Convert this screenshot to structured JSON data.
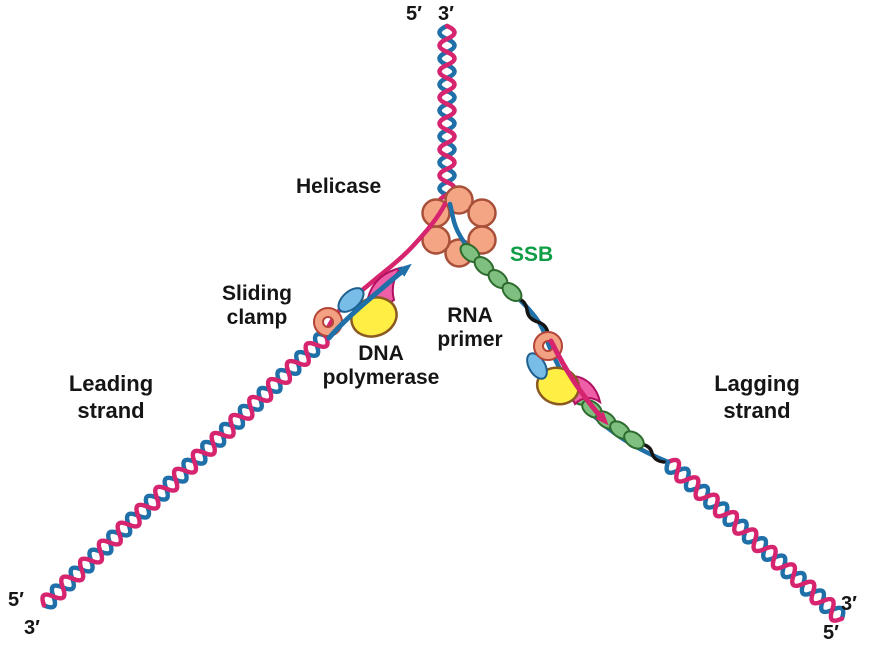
{
  "figure": {
    "labels": {
      "helicase": "Helicase",
      "ssb": "SSB",
      "sliding_clamp": [
        "Sliding",
        "clamp"
      ],
      "dna_polymerase": [
        "DNA",
        "polymerase"
      ],
      "rna_primer": [
        "RNA",
        "primer"
      ],
      "leading_strand": [
        "Leading",
        "strand"
      ],
      "lagging_strand": [
        "Lagging",
        "strand"
      ],
      "top_5": "5′",
      "top_3": "3′",
      "bottom_left_5": "5′",
      "bottom_left_3": "3′",
      "bottom_right_3": "3′",
      "bottom_right_5": "5′"
    },
    "colors": {
      "strand_pink": "#d6246e",
      "strand_blue": "#1f6fa8",
      "helicase_fill": "#f4a583",
      "helicase_stroke": "#a8503a",
      "ssb_fill": "#7fbf7f",
      "ssb_stroke": "#2e6b2e",
      "ssb_label": "#0f9d45",
      "clamp_fill": "#f2a183",
      "clamp_stroke": "#b34437",
      "polymerase_fill": "#ffee44",
      "polymerase_stroke": "#8a5a20",
      "polymerase_blue": "#77bde8",
      "polymerase_blue_stroke": "#1e5f8e",
      "wedge_pink": "#ef5fa7",
      "wedge_stroke": "#b01060",
      "primer_black": "#141414",
      "label_text": "#151515",
      "background": "#ffffff"
    }
  }
}
